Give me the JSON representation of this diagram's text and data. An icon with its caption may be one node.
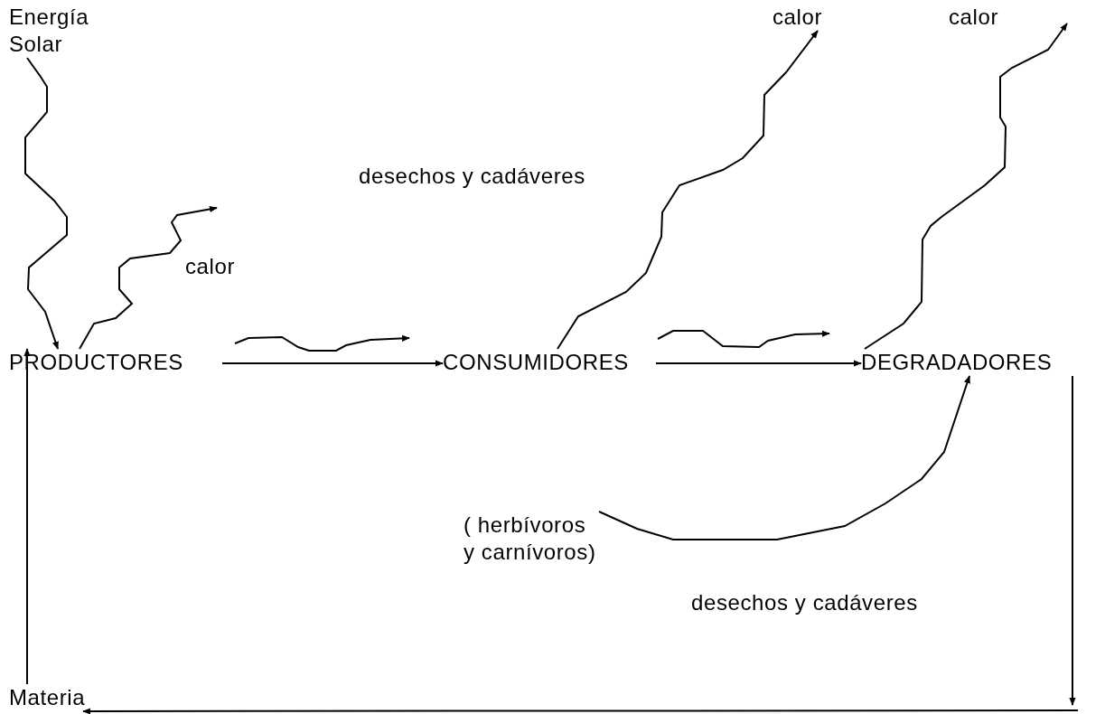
{
  "diagram": {
    "nodes": [
      {
        "text": [
          "Energía Solar"
        ]
      },
      {
        "text": [
          "calor"
        ]
      },
      {
        "text": [
          "PRODUCTORES"
        ]
      },
      {
        "text": [
          "CONSUMIDORES"
        ]
      },
      {
        "text": [
          "DEGRADADORES"
        ]
      },
      {
        "text": [
          "Materia"
        ]
      },
      {
        "text": [
          "( herbívoros y carnívoros)"
        ]
      }
    ],
    "edges": [
      {
        "from": 0,
        "to": 2,
        "arrow": "to"
      },
      {
        "from": 2,
        "to": null,
        "arrow": "to"
      },
      {
        "from": 3,
        "to": 1,
        "arrow": "to"
      },
      {
        "from": 4,
        "to": null,
        "arrow": "to"
      },
      {
        "from": 2,
        "to": 3,
        "arrow": "to"
      },
      {
        "from": 3,
        "to": 4,
        "arrow": "to"
      },
      {
        "from": 6,
        "to": 4,
        "arrow": "to"
      },
      {
        "from": 4,
        "to": null,
        "arrow": "to"
      },
      {
        "from": null,
        "to": 5,
        "arrow": "to"
      },
      {
        "from": 5,
        "to": 2,
        "arrow": "to"
      }
    ],
    "labels": [
      "calor",
      "desechos y cadáveres",
      "calor",
      "desechos y cadáveres"
    ]
  }
}
